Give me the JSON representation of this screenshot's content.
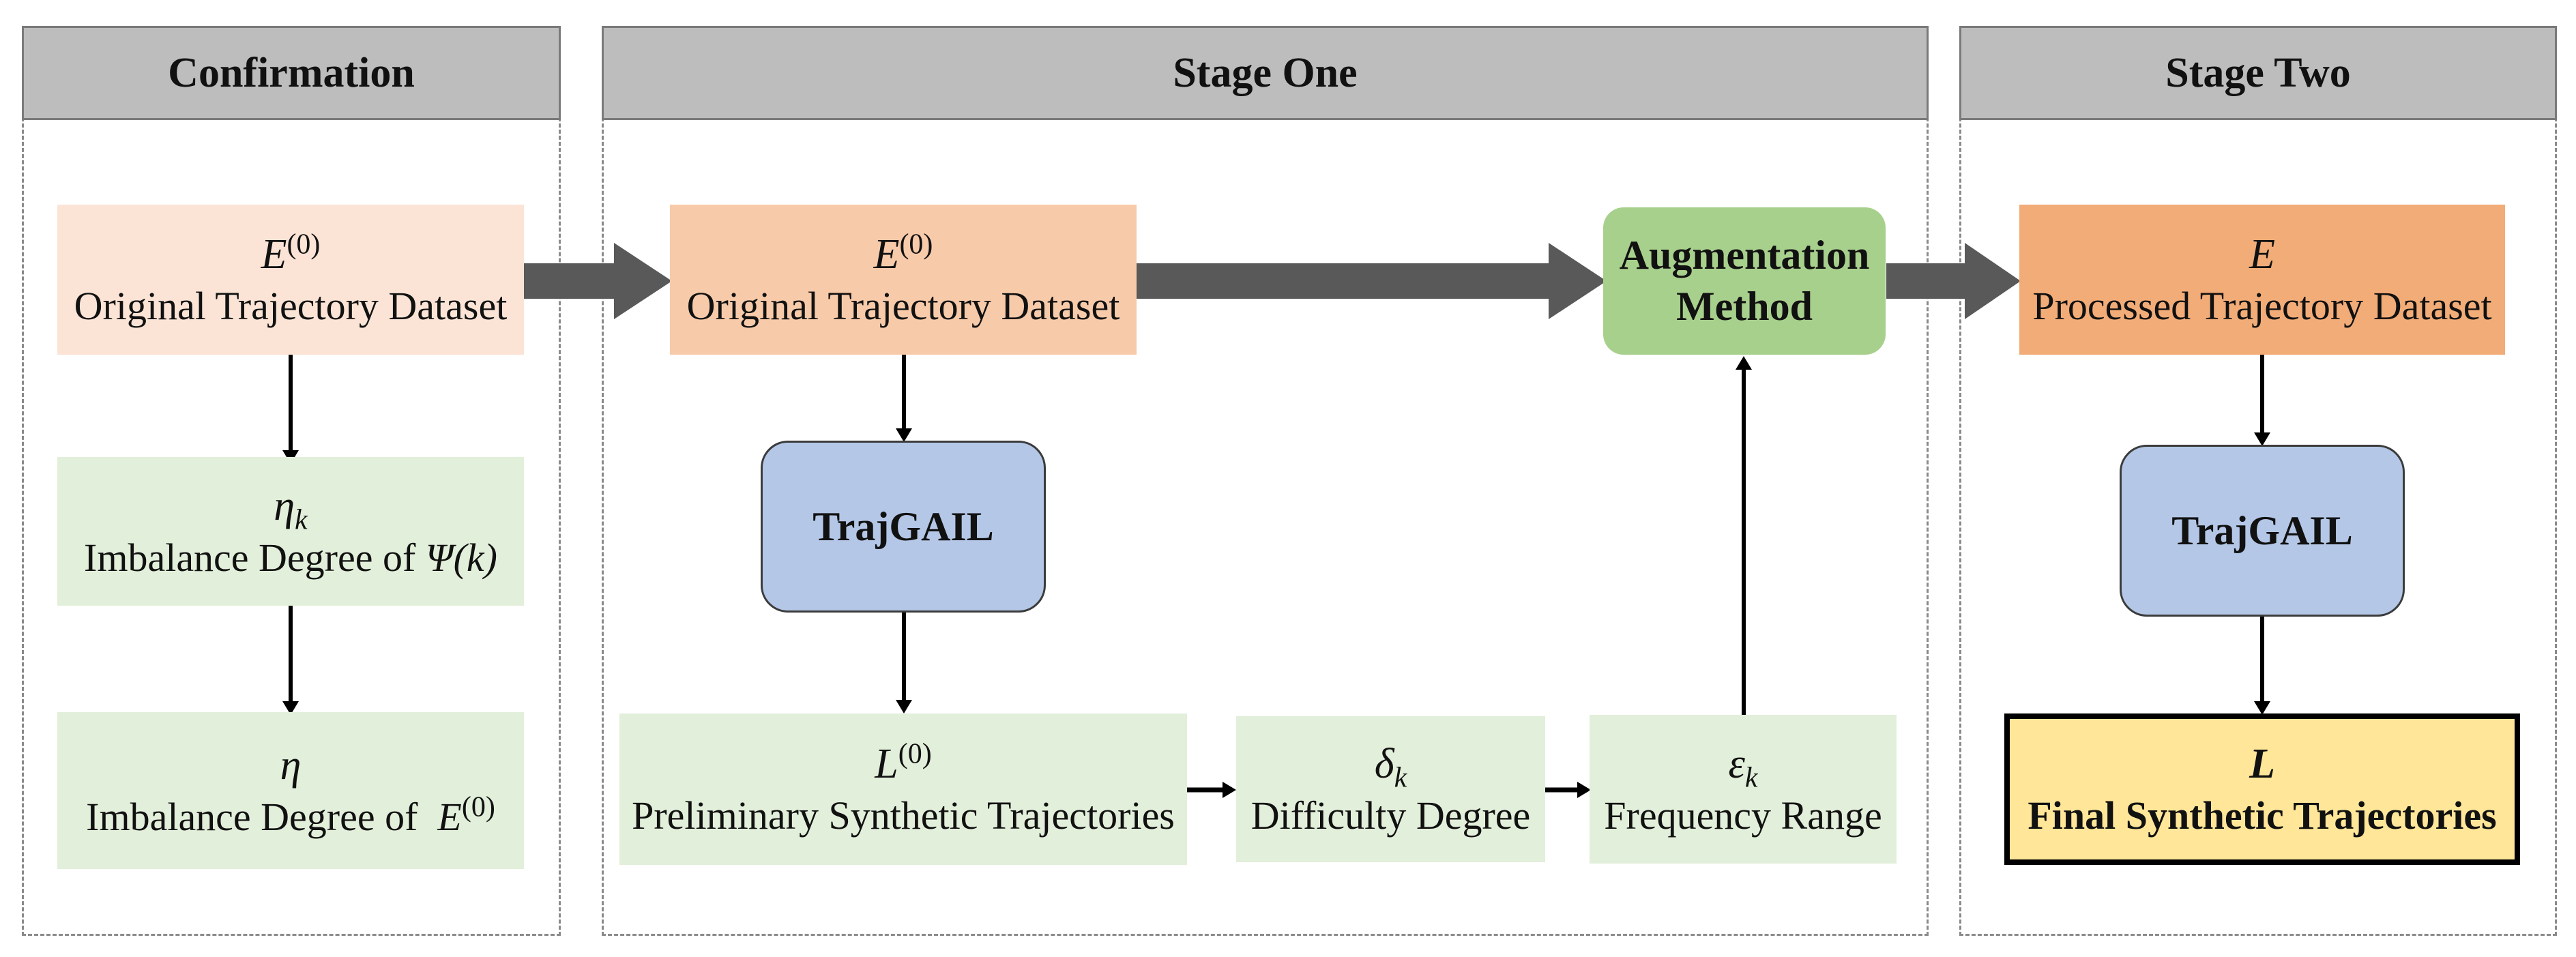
{
  "panels": {
    "confirmation": "Confirmation",
    "stage_one": "Stage One",
    "stage_two": "Stage Two"
  },
  "confirmation": {
    "original": {
      "symbol": "E",
      "sup": "(0)",
      "label": "Original Trajectory Dataset"
    },
    "eta_k": {
      "symbol": "η",
      "sub": "k",
      "label_prefix": "Imbalance Degree of ",
      "label_math": "Ψ(k)"
    },
    "eta": {
      "symbol": "η",
      "label_prefix": "Imbalance Degree of  ",
      "label_math": "E",
      "label_sup": "(0)"
    }
  },
  "stage_one": {
    "original": {
      "symbol": "E",
      "sup": "(0)",
      "label": "Original Trajectory Dataset"
    },
    "trajgail": "TrajGAIL",
    "preliminary": {
      "symbol": "L",
      "sup": "(0)",
      "label": "Preliminary Synthetic Trajectories"
    },
    "difficulty": {
      "symbol": "δ",
      "sub": "k",
      "label": "Difficulty Degree"
    },
    "frequency": {
      "symbol": "ε",
      "sub": "k",
      "label": "Frequency Range"
    },
    "augmentation_line1": "Augmentation",
    "augmentation_line2": "Method"
  },
  "stage_two": {
    "processed": {
      "symbol": "E",
      "label": "Processed Trajectory Dataset"
    },
    "trajgail": "TrajGAIL",
    "final": {
      "symbol": "L",
      "label": "Final Synthetic Trajectories"
    }
  },
  "colors": {
    "header_bg": "#bdbdbd",
    "peach_light": "#fbe4d6",
    "peach": "#f7caa9",
    "peach_dark": "#f2ac78",
    "green_light": "#e2efda",
    "blue": "#b4c7e7",
    "green": "#a8d08d",
    "yellow": "#ffe699",
    "big_arrow": "#595959"
  }
}
